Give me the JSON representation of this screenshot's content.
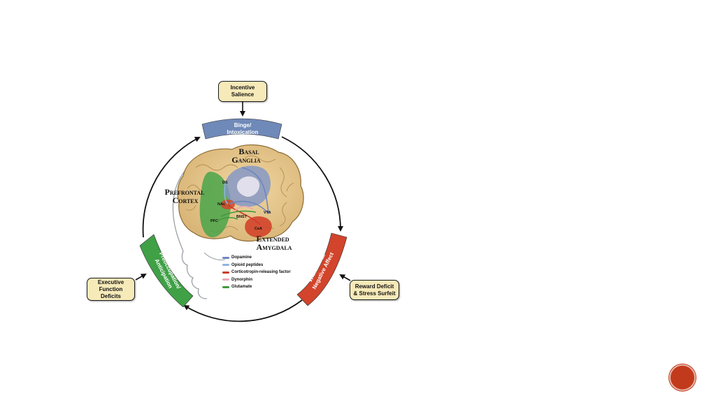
{
  "diagram": {
    "boxes": {
      "incentive_salience": "Incentive\nSalience",
      "executive_function": "Executive\nFunction\nDeficits",
      "reward_deficit": "Reward Deficit\n& Stress Surfeit"
    },
    "stages": {
      "binge": {
        "line1": "Binge/",
        "line2": "Intoxication",
        "color": "#6f89b8"
      },
      "withdrawal": {
        "line1": "Withdrawal/",
        "line2": "Negative Affect",
        "color": "#d2442b"
      },
      "preoccupation": {
        "line1": "Preoccupation/",
        "line2": "Anticipation",
        "color": "#3fa046"
      }
    },
    "regions": {
      "basal_ganglia_1": "Basal",
      "basal_ganglia_2": "Ganglia",
      "prefrontal_1": "Prefrontal",
      "prefrontal_2": "Cortex",
      "extended_1": "Extended",
      "extended_2": "Amygdala"
    },
    "small_labels": {
      "ds": "DS",
      "nac": "NAc",
      "pfc": "PFC",
      "bnst": "BNST",
      "vta": "VTA",
      "cea": "CeA"
    },
    "legend": [
      {
        "label": "Dopamine",
        "color": "#6d86c0"
      },
      {
        "label": "Opioid peptides",
        "color": "#8fb3df"
      },
      {
        "label": "Corticotropin-releasing factor",
        "color": "#d03a2a"
      },
      {
        "label": "Dynorphin",
        "color": "#e9a7b7"
      },
      {
        "label": "Glutamate",
        "color": "#3f9a3b"
      }
    ]
  }
}
